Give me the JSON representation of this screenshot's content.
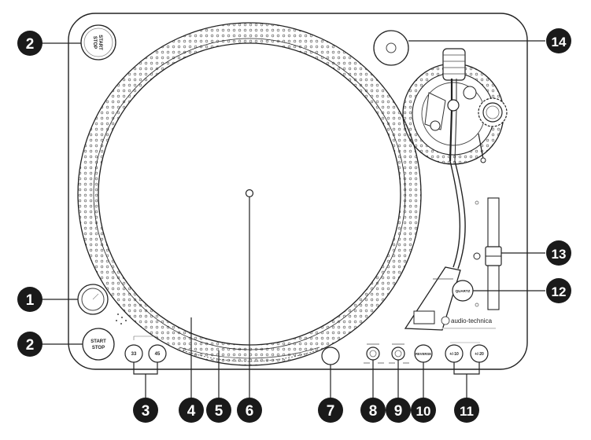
{
  "buttons": {
    "start_stop": [
      "START",
      "STOP"
    ],
    "speed_33": "33",
    "speed_45": "45",
    "reverse": "REVERSE",
    "pitch_10": "+/-10",
    "pitch_20": "+/-20",
    "quartz": "QUARTZ",
    "brand": "audio-technica"
  },
  "callouts": [
    {
      "number": "1",
      "target": "power-switch"
    },
    {
      "number": "2",
      "target": "start-stop-button"
    },
    {
      "number": "2",
      "target": "start-stop-button-alt"
    },
    {
      "number": "3",
      "target": "speed-buttons"
    },
    {
      "number": "4",
      "target": "platter"
    },
    {
      "number": "5",
      "target": "strobe-dots"
    },
    {
      "number": "6",
      "target": "spindle"
    },
    {
      "number": "7",
      "target": "strobe-light"
    },
    {
      "number": "8",
      "target": "start-mode-switch"
    },
    {
      "number": "9",
      "target": "brake-switch"
    },
    {
      "number": "10",
      "target": "reverse-button"
    },
    {
      "number": "11",
      "target": "pitch-range-buttons"
    },
    {
      "number": "12",
      "target": "quartz-lock-button"
    },
    {
      "number": "13",
      "target": "pitch-slider"
    },
    {
      "number": "14",
      "target": "dust-cover-hinge"
    }
  ]
}
